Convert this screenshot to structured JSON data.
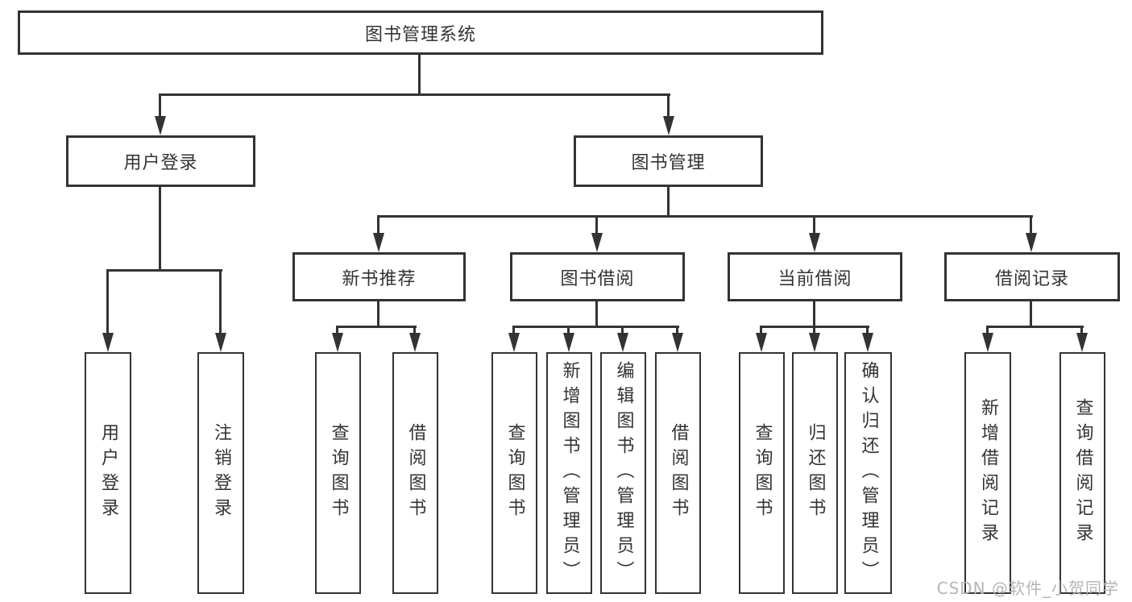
{
  "root": {
    "label": "图书管理系统"
  },
  "branches": [
    {
      "id": "user-login",
      "label": "用户登录",
      "children": [
        "用户登录",
        "注销登录"
      ]
    },
    {
      "id": "book-management",
      "label": "图书管理",
      "sections": [
        {
          "id": "new-book-recommend",
          "label": "新书推荐",
          "children": [
            "查询图书",
            "借阅图书"
          ]
        },
        {
          "id": "book-borrow",
          "label": "图书借阅",
          "children": [
            "查询图书",
            "新增图书（管理员）",
            "编辑图书（管理员）",
            "借阅图书"
          ]
        },
        {
          "id": "current-borrow",
          "label": "当前借阅",
          "children": [
            "查询图书",
            "归还图书",
            "确认归还（管理员）"
          ]
        },
        {
          "id": "borrow-records",
          "label": "借阅记录",
          "children": [
            "新增借阅记录",
            "查询借阅记录"
          ]
        }
      ]
    }
  ],
  "watermark": {
    "text": "CSDN @软件_小贺同学"
  },
  "colors": {
    "line": "#333333",
    "text": "#333333",
    "background": "#ffffff",
    "box_fill": "#ffffff",
    "watermark": "#b5b5b5"
  }
}
